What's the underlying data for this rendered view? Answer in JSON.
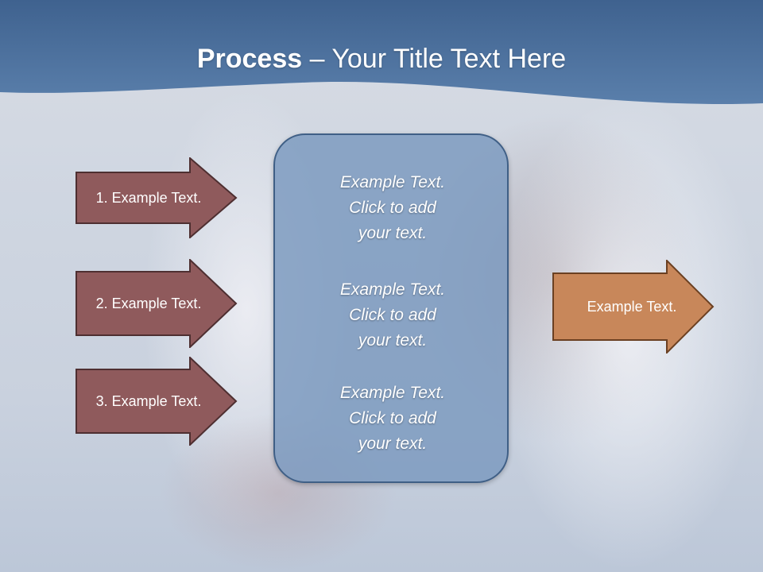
{
  "title": {
    "bold": "Process",
    "rest": " – Your Title Text Here"
  },
  "inputs": [
    {
      "label": "1. Example Text."
    },
    {
      "label": "2. Example Text."
    },
    {
      "label": "3. Example Text."
    }
  ],
  "center_blocks": [
    {
      "lines": [
        "Example Text.",
        "Click  to add",
        "your text."
      ]
    },
    {
      "lines": [
        "Example Text.",
        "Click  to add",
        "your text."
      ]
    },
    {
      "lines": [
        "Example Text.",
        "Click  to add",
        "your text."
      ]
    }
  ],
  "output": {
    "label": "Example Text."
  },
  "colors": {
    "header": "#4a6f9c",
    "input_arrow": "#8f5a5c",
    "center_box": "#7a99be",
    "output_arrow": "#c8875a"
  }
}
